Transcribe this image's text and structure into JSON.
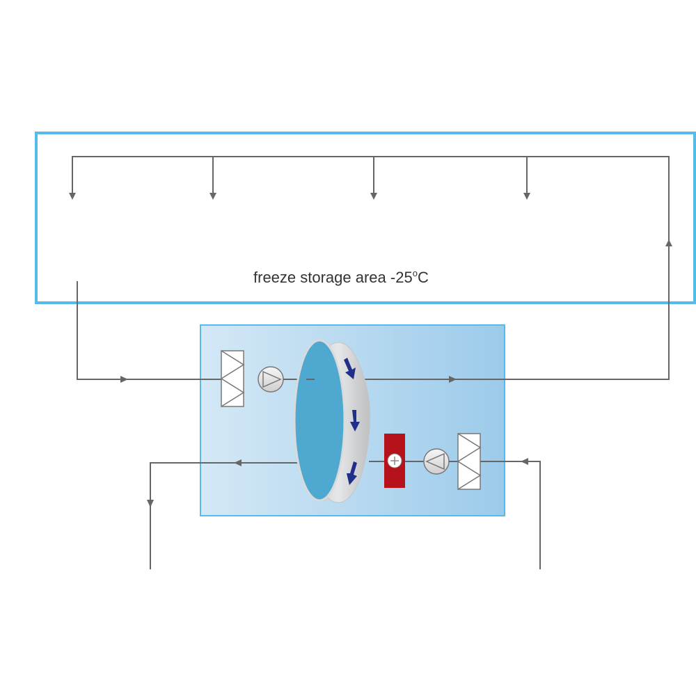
{
  "diagram": {
    "zone_label": "freeze storage area -25",
    "zone_label_superscript": "o",
    "zone_label_unit": "C"
  },
  "colors": {
    "zone_border": "#56bbea",
    "duct_line": "#666666",
    "unit_gradient_start": "#d4e8f6",
    "unit_gradient_end": "#9ccbea",
    "wheel_face": "#4fa8d0",
    "wheel_rim": "#d9dadc",
    "rotation_arrow": "#1f2f8a",
    "heater": "#b5121b",
    "fan_fill": "#e9e9e9",
    "filter_fill": "#ffffff"
  },
  "icons": [
    "supply-air-arrow-icon",
    "fan-icon",
    "filter-icon",
    "heater-plus-icon",
    "rotation-arrow-icon"
  ]
}
